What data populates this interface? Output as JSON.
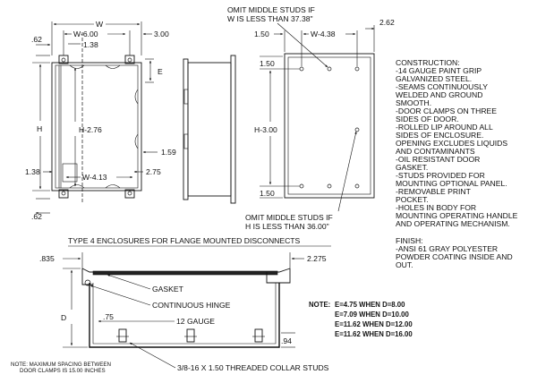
{
  "front_view": {
    "dim_w": "W",
    "dim_w600": "W-6.00",
    "dim_138_top": "1.38",
    "dim_062_top": ".62",
    "dim_300": "3.00",
    "dim_e": "E",
    "dim_h": "H",
    "dim_h276": "H-2.76",
    "dim_159": "1.59",
    "dim_138_bottom": "1.38",
    "dim_275": "2.75",
    "dim_w413": "W-4.13",
    "dim_062_bottom": ".62"
  },
  "back_view": {
    "omit_top_line1": "OMIT MIDDLE STUDS IF",
    "omit_top_line2": "W IS LESS THAN 37.38\"",
    "dim_262": "2.62",
    "dim_150_top": "1.50",
    "dim_w438": "W-4.38",
    "dim_150_left": "1.50",
    "dim_h300": "H-3.00",
    "dim_150_bottom": "1.50",
    "omit_bottom_line1": "OMIT MIDDLE STUDS IF",
    "omit_bottom_line2": "H IS LESS THAN 36.00\""
  },
  "construction": {
    "heading": "CONSTRUCTION:",
    "lines": [
      "-14 GAUGE PAINT GRIP",
      "GALVANIZED STEEL.",
      "-SEAMS CONTINUOUSLY",
      "WELDED AND GROUND",
      "SMOOTH.",
      "-DOOR CLAMPS ON THREE",
      "SIDES OF DOOR.",
      "-ROLLED LIP AROUND ALL",
      "SIDES OF ENCLOSURE.",
      "OPENING EXCLUDES LIQUIDS",
      "AND CONTAMINANTS",
      "-OIL RESISTANT DOOR",
      "GASKET.",
      "-STUDS PROVIDED FOR",
      "MOUNTING OPTIONAL PANEL.",
      "-REMOVABLE PRINT",
      "POCKET.",
      "-HOLES IN BODY FOR",
      "MOUNTING OPERATING HANDLE",
      "AND OPERATING MECHANISM."
    ]
  },
  "finish": {
    "heading": "FINISH:",
    "lines": [
      "-ANSI 61 GRAY POLYESTER",
      "POWDER COATING INSIDE AND",
      "OUT."
    ]
  },
  "section": {
    "title": "TYPE 4 ENCLOSURES FOR FLANGE MOUNTED DISCONNECTS",
    "dim_835": ".835",
    "dim_2275": "2.275",
    "gasket": "GASKET",
    "hinge": "CONTINUOUS HINGE",
    "dim_d": "D",
    "dim_075": ".75",
    "gauge": "12 GAUGE",
    "dim_094": ".94",
    "studs": "3/8-16 X 1.50 THREADED COLLAR STUDS",
    "note_small_line1": "NOTE: MAXIMUM SPACING BETWEEN",
    "note_small_line2": "DOOR CLAMPS IS 15.00 INCHES"
  },
  "note": {
    "label": "NOTE:",
    "lines": [
      "E=4.75 WHEN D=8.00",
      "E=7.09 WHEN D=10.00",
      "E=11.62 WHEN D=12.00",
      "E=11.62 WHEN D=16.00"
    ]
  }
}
